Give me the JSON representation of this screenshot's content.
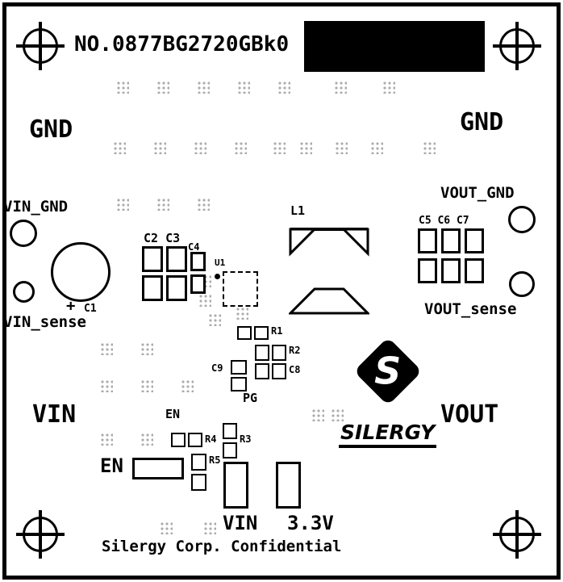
{
  "board": {
    "part_number": "NO.0877BG2720GBk0",
    "gnd_left": "GND",
    "gnd_right": "GND",
    "vin_gnd": "VIN_GND",
    "vin_sense": "VIN_sense",
    "vout_gnd": "VOUT_GND",
    "vout_sense": "VOUT_sense",
    "vin": "VIN",
    "vout": "VOUT",
    "pg": "PG",
    "en_signal": "EN",
    "en_connector": "EN",
    "bottom_vin": "VIN",
    "bottom_voltage": "3.3V",
    "confidential": "Silergy Corp. Confidential"
  },
  "designators": {
    "c1": "C1",
    "c1_polarity": "+",
    "c2c3": "C2 C3",
    "c4": "C4",
    "u1": "U1",
    "l1": "L1",
    "c5c6c7": "C5 C6 C7",
    "r1": "R1",
    "r2": "R2",
    "c8": "C8",
    "c9": "C9",
    "r3": "R3",
    "r4": "R4",
    "r5": "R5"
  },
  "logo": {
    "letter": "S",
    "wordmark": "SILERGY"
  },
  "colors": {
    "silkscreen": "#000000",
    "via_dot": "#ababab",
    "board": "#ffffff"
  }
}
